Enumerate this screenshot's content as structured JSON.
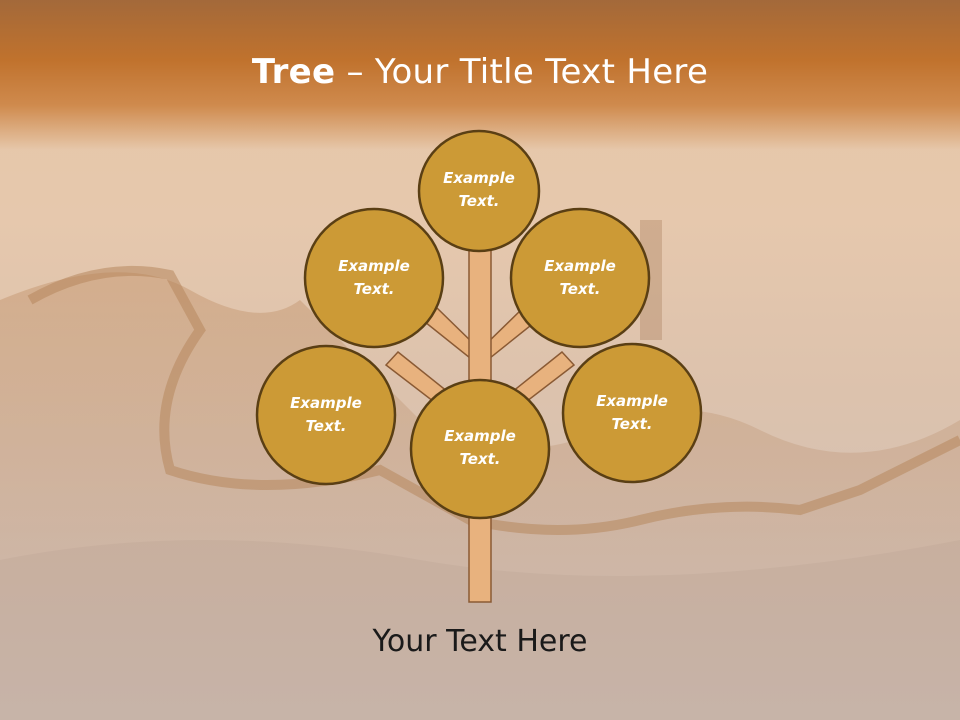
{
  "slide": {
    "title_bold": "Tree",
    "title_rest": " – Your Title Text Here",
    "footer": "Your Text Here"
  },
  "nodes": [
    {
      "id": "top",
      "label_line1": "Example",
      "label_line2": "Text."
    },
    {
      "id": "upper-left",
      "label_line1": "Example",
      "label_line2": "Text."
    },
    {
      "id": "upper-right",
      "label_line1": "Example",
      "label_line2": "Text."
    },
    {
      "id": "lower-left",
      "label_line1": "Example",
      "label_line2": "Text."
    },
    {
      "id": "center",
      "label_line1": "Example",
      "label_line2": "Text."
    },
    {
      "id": "lower-right",
      "label_line1": "Example",
      "label_line2": "Text."
    }
  ],
  "colors": {
    "circle_fill": "#cc9a36",
    "circle_stroke": "#5a3f14",
    "trunk_fill": "#e8b27e",
    "trunk_stroke": "#8a5a34",
    "header": "#c0722d"
  }
}
